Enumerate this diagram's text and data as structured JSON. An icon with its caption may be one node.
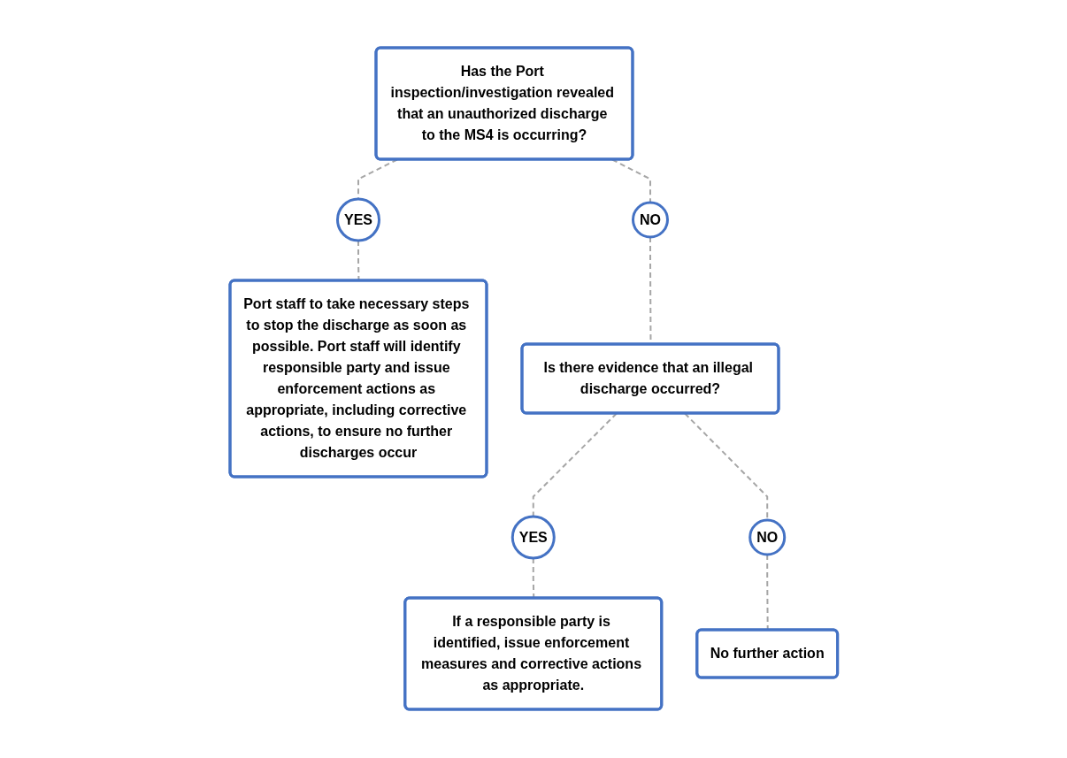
{
  "diagram": {
    "nodes": [
      {
        "text": [
          "Has the Port inspection/investigation revealed that an unauthorized discharge to the MS4 is occurring?"
        ]
      },
      {
        "text": [
          "YES"
        ]
      },
      {
        "text": [
          "NO"
        ]
      },
      {
        "text": [
          "Port staff to take necessary steps to stop the discharge as soon as possible. Port staff will identify responsible party and issue enforcement actions as appropriate, including corrective actions, to ensure no further discharges occur"
        ]
      },
      {
        "text": [
          "Is there evidence that an illegal discharge occurred?"
        ]
      },
      {
        "text": [
          "YES"
        ]
      },
      {
        "text": [
          "NO"
        ]
      },
      {
        "text": [
          "If a responsible party is identified, issue enforcement measures and corrective actions as appropriate."
        ]
      },
      {
        "text": [
          "No further action"
        ]
      }
    ],
    "edges": [
      {
        "from": 0,
        "to": 1,
        "arrow": "none",
        "style": "dashed"
      },
      {
        "from": 0,
        "to": 2,
        "arrow": "none",
        "style": "dashed"
      },
      {
        "from": 1,
        "to": 3,
        "arrow": "none",
        "style": "dashed"
      },
      {
        "from": 2,
        "to": 4,
        "arrow": "none",
        "style": "dashed"
      },
      {
        "from": 4,
        "to": 5,
        "arrow": "none",
        "style": "dashed"
      },
      {
        "from": 4,
        "to": 6,
        "arrow": "none",
        "style": "dashed"
      },
      {
        "from": 5,
        "to": 7,
        "arrow": "none",
        "style": "dashed"
      },
      {
        "from": 6,
        "to": 8,
        "arrow": "none",
        "style": "dashed"
      }
    ]
  }
}
